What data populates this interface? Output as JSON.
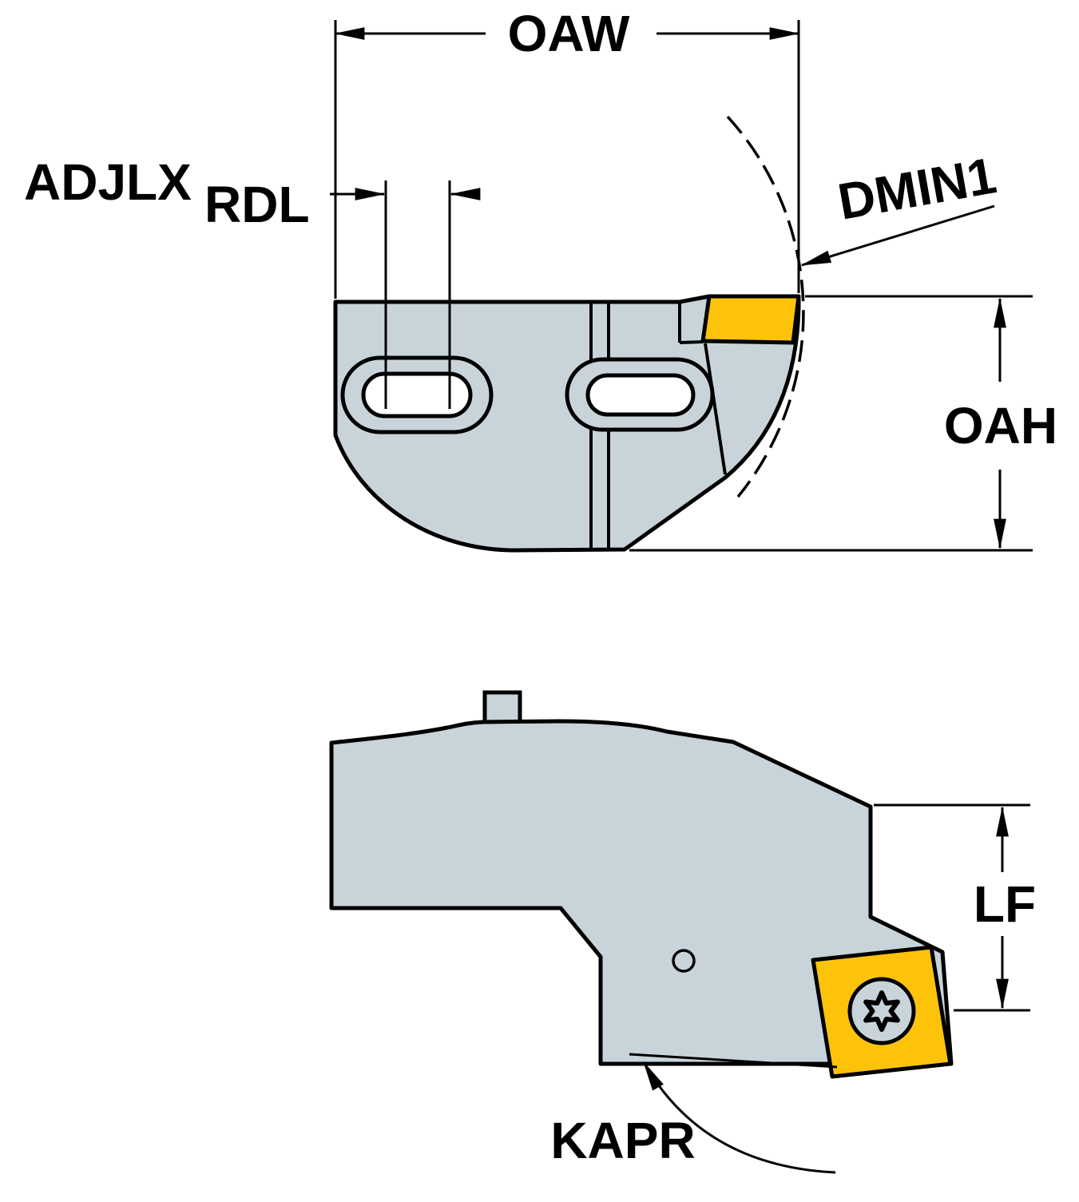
{
  "labels": {
    "oaw": "OAW",
    "adjlx": "ADJLX",
    "rdl": "RDL",
    "dmin1": "DMIN1",
    "oah": "OAH",
    "lf": "LF",
    "kapr": "KAPR"
  },
  "colors": {
    "body": "#c8d4da",
    "insert": "#fdc30b",
    "hole": "#ffffff",
    "line": "#000000"
  }
}
